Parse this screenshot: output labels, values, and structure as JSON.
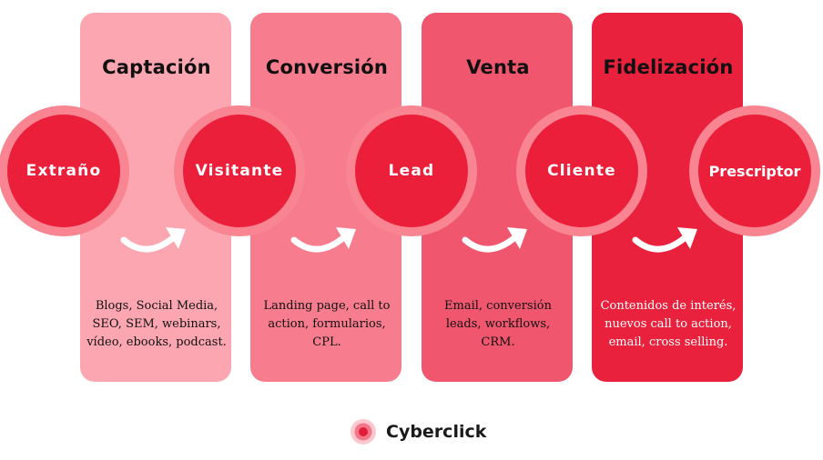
{
  "stages": [
    {
      "title": "Captación",
      "desc": [
        "Blogs, Social Media,",
        "SEO, SEM, webinars,",
        "vídeo, ebooks, podcast."
      ],
      "color": "#fca6b1"
    },
    {
      "title": "Conversión",
      "desc": [
        "Landing page, call to",
        "action, formularios,",
        "CPL."
      ],
      "color": "#f77c8e"
    },
    {
      "title": "Venta",
      "desc": [
        "Email, conversión",
        "leads, workflows,",
        "CRM."
      ],
      "color": "#f0566e"
    },
    {
      "title": "Fidelización",
      "desc": [
        "Contenidos de interés,",
        "nuevos call to action,",
        "email, cross selling."
      ],
      "color": "#ea213c"
    }
  ],
  "nodes": [
    "Extraño",
    "Visitante",
    "Lead",
    "Cliente",
    "Prescriptor"
  ],
  "brand": {
    "name": "Cyberclick",
    "icon": "concentric-circles-logo-icon"
  },
  "colors": {
    "node_outer": "#f98592",
    "node_inner": "#ec1f3b",
    "arrow": "#ffffff",
    "text": "#111111"
  }
}
